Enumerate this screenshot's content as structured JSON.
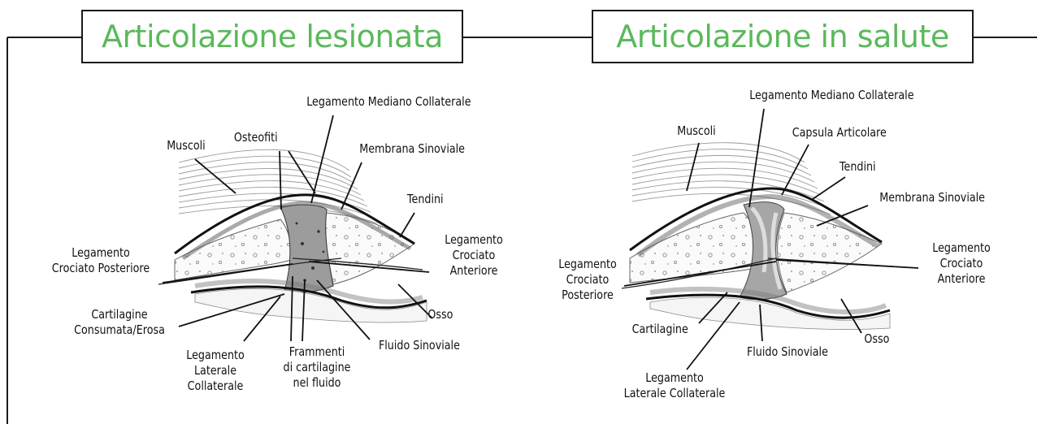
{
  "colors": {
    "title": "#5cb85c",
    "frame": "#1a1a1a"
  },
  "panels": {
    "lesionata": {
      "title": "Articolazione lesionata",
      "labels": {
        "legamento_mediano": "Legamento Mediano Collaterale",
        "osteofiti": "Osteofiti",
        "muscoli": "Muscoli",
        "membrana_sinoviale": "Membrana Sinoviale",
        "tendini": "Tendini",
        "legamento_crociato_posteriore": [
          "Legamento",
          "Crociato Posteriore"
        ],
        "legamento_crociato_anteriore": [
          "Legamento",
          "Crociato",
          "Anteriore"
        ],
        "cartilagine_consumata": [
          "Cartilagine",
          "Consumata/Erosa"
        ],
        "osso": "Osso",
        "legamento_laterale": [
          "Legamento",
          "Laterale",
          "Collaterale"
        ],
        "frammenti": [
          "Frammenti",
          "di cartilagine",
          "nel fluido"
        ],
        "fluido_sinoviale": "Fluido Sinoviale"
      }
    },
    "salute": {
      "title": "Articolazione in salute",
      "labels": {
        "legamento_mediano": "Legamento Mediano Collaterale",
        "muscoli": "Muscoli",
        "capsula_articolare": "Capsula Articolare",
        "tendini": "Tendini",
        "membrana_sinoviale": "Membrana Sinoviale",
        "legamento_crociato_posteriore": [
          "Legamento",
          "Crociato",
          "Posteriore"
        ],
        "legamento_crociato_anteriore": [
          "Legamento",
          "Crociato",
          "Anteriore"
        ],
        "cartilagine": "Cartilagine",
        "fluido_sinoviale": "Fluido Sinoviale",
        "osso": "Osso",
        "legamento_laterale": [
          "Legamento",
          "Laterale Collaterale"
        ]
      }
    }
  }
}
